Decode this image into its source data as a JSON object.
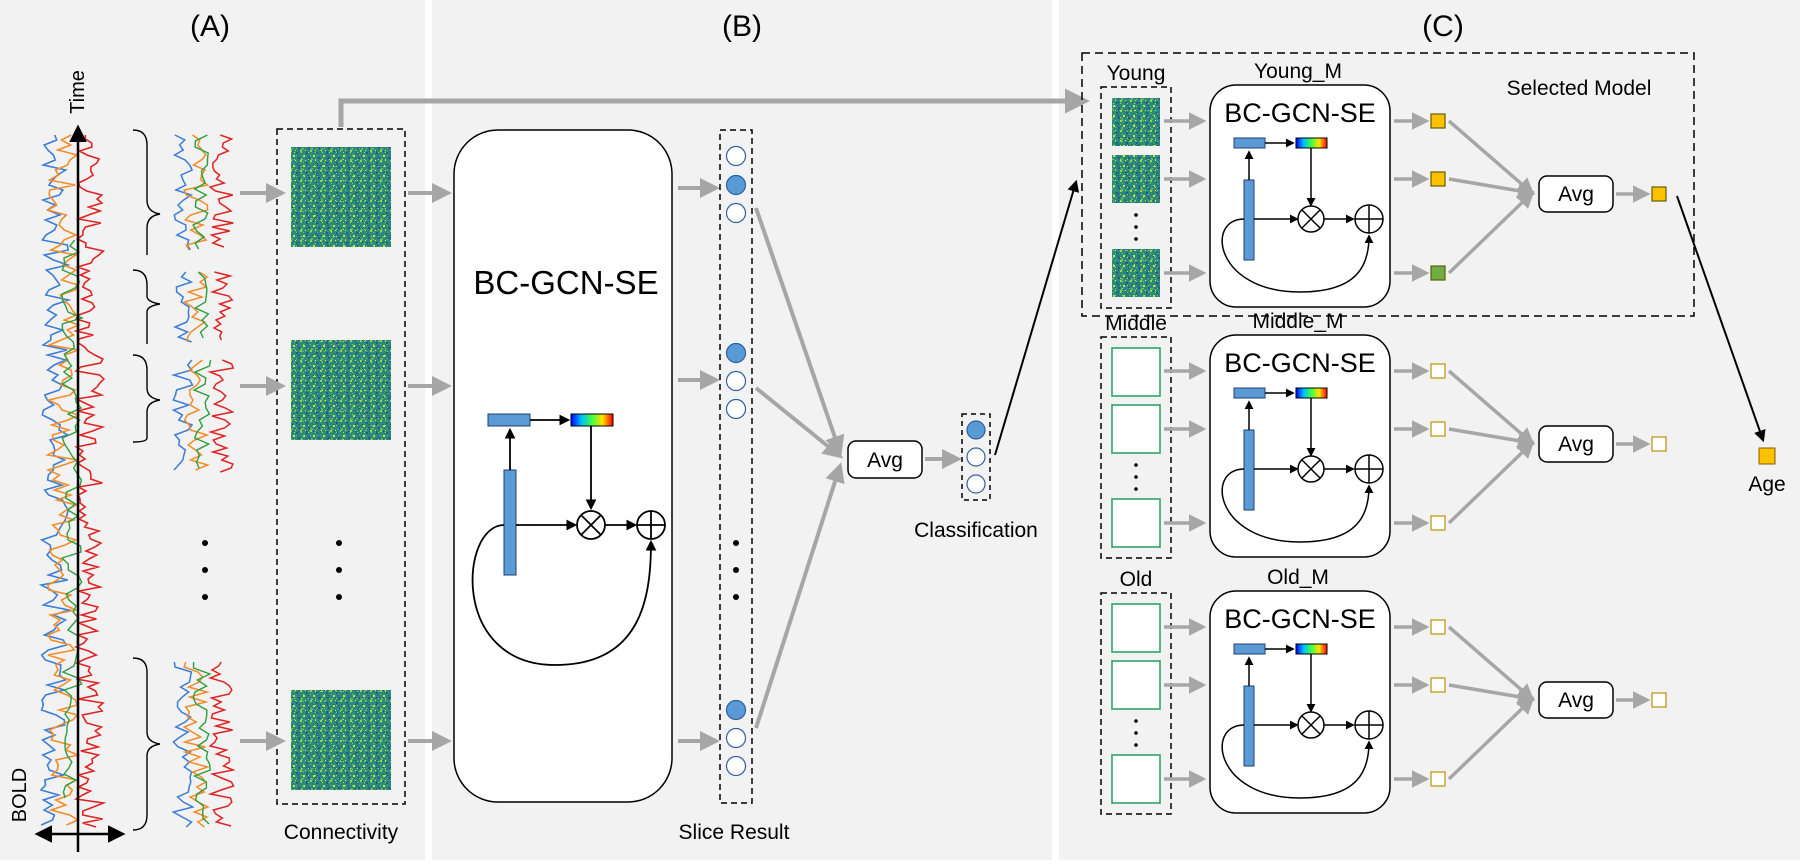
{
  "panels": {
    "a": "(A)",
    "b": "(B)",
    "c": "(C)"
  },
  "panel_a": {
    "time_label": "Time",
    "bold_label": "BOLD",
    "connectivity_label": "Connectivity",
    "signal_colors": {
      "blue": "#3b7dd8",
      "orange": "#f28c28",
      "green": "#2e9e3f",
      "red": "#e02323"
    }
  },
  "panel_b": {
    "model_label": "BC-GCN-SE",
    "slice_result_label": "Slice Result",
    "avg_label": "Avg",
    "classification_label": "Classification"
  },
  "panel_c": {
    "selected_model_label": "Selected Model",
    "groups": [
      {
        "input_label": "Young",
        "model_title": "Young_M",
        "model_label": "BC-GCN-SE",
        "avg_label": "Avg",
        "active": true
      },
      {
        "input_label": "Middle",
        "model_title": "Middle_M",
        "model_label": "BC-GCN-SE",
        "avg_label": "Avg",
        "active": false
      },
      {
        "input_label": "Old",
        "model_title": "Old_M",
        "model_label": "BC-GCN-SE",
        "avg_label": "Avg",
        "active": false
      }
    ],
    "age_label": "Age"
  },
  "colors": {
    "panel_bg": "#f2f2f2",
    "divider": "#ffffff",
    "arrow_gray": "#a6a6a6",
    "circle_fill": "#5b9bd5",
    "bar_blue": "#5b9bd5",
    "output_gold": "#ffc000",
    "output_green": "#70ad47",
    "output_outline": "#bf9000",
    "empty_matrix_border": "#2ea36b",
    "matrix_base": "#2a8a7c"
  }
}
